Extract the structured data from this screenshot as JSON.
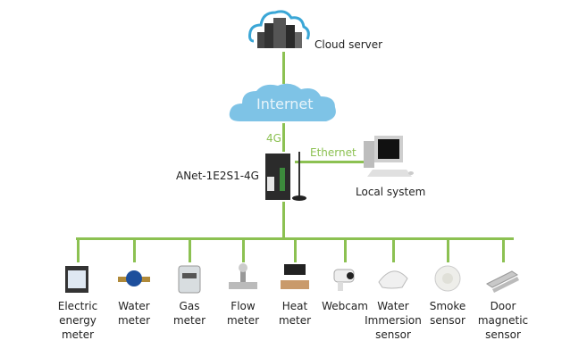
{
  "diagram": {
    "title": "",
    "cloud_server": {
      "label": "Cloud server",
      "icon": "cloud-server-icon"
    },
    "internet": {
      "label": "Internet",
      "icon": "cloud-icon"
    },
    "gateway": {
      "label": "ANet-1E2S1-4G",
      "icon": "gateway-device-icon"
    },
    "local_system": {
      "label": "Local system",
      "icon": "desktop-computer-icon"
    },
    "links": {
      "cellular": "4G",
      "ethernet": "Ethernet"
    },
    "colors": {
      "line": "#8cc152",
      "cloud": "#7ec3e6",
      "cloud_outline": "#3aa6d6"
    },
    "devices": [
      {
        "label": [
          "Electric",
          "energy",
          "meter"
        ],
        "icon": "electric-energy-meter-icon"
      },
      {
        "label": [
          "Water",
          "meter"
        ],
        "icon": "water-meter-icon"
      },
      {
        "label": [
          "Gas",
          "meter"
        ],
        "icon": "gas-meter-icon"
      },
      {
        "label": [
          "Flow",
          "meter"
        ],
        "icon": "flow-meter-icon"
      },
      {
        "label": [
          "Heat",
          "meter"
        ],
        "icon": "heat-meter-icon"
      },
      {
        "label": [
          "Webcam"
        ],
        "icon": "webcam-icon"
      },
      {
        "label": [
          "Water",
          "Immersion",
          "sensor"
        ],
        "icon": "water-immersion-sensor-icon"
      },
      {
        "label": [
          "Smoke",
          "sensor"
        ],
        "icon": "smoke-sensor-icon"
      },
      {
        "label": [
          "Door",
          "magnetic",
          "sensor"
        ],
        "icon": "door-magnetic-sensor-icon"
      }
    ]
  }
}
